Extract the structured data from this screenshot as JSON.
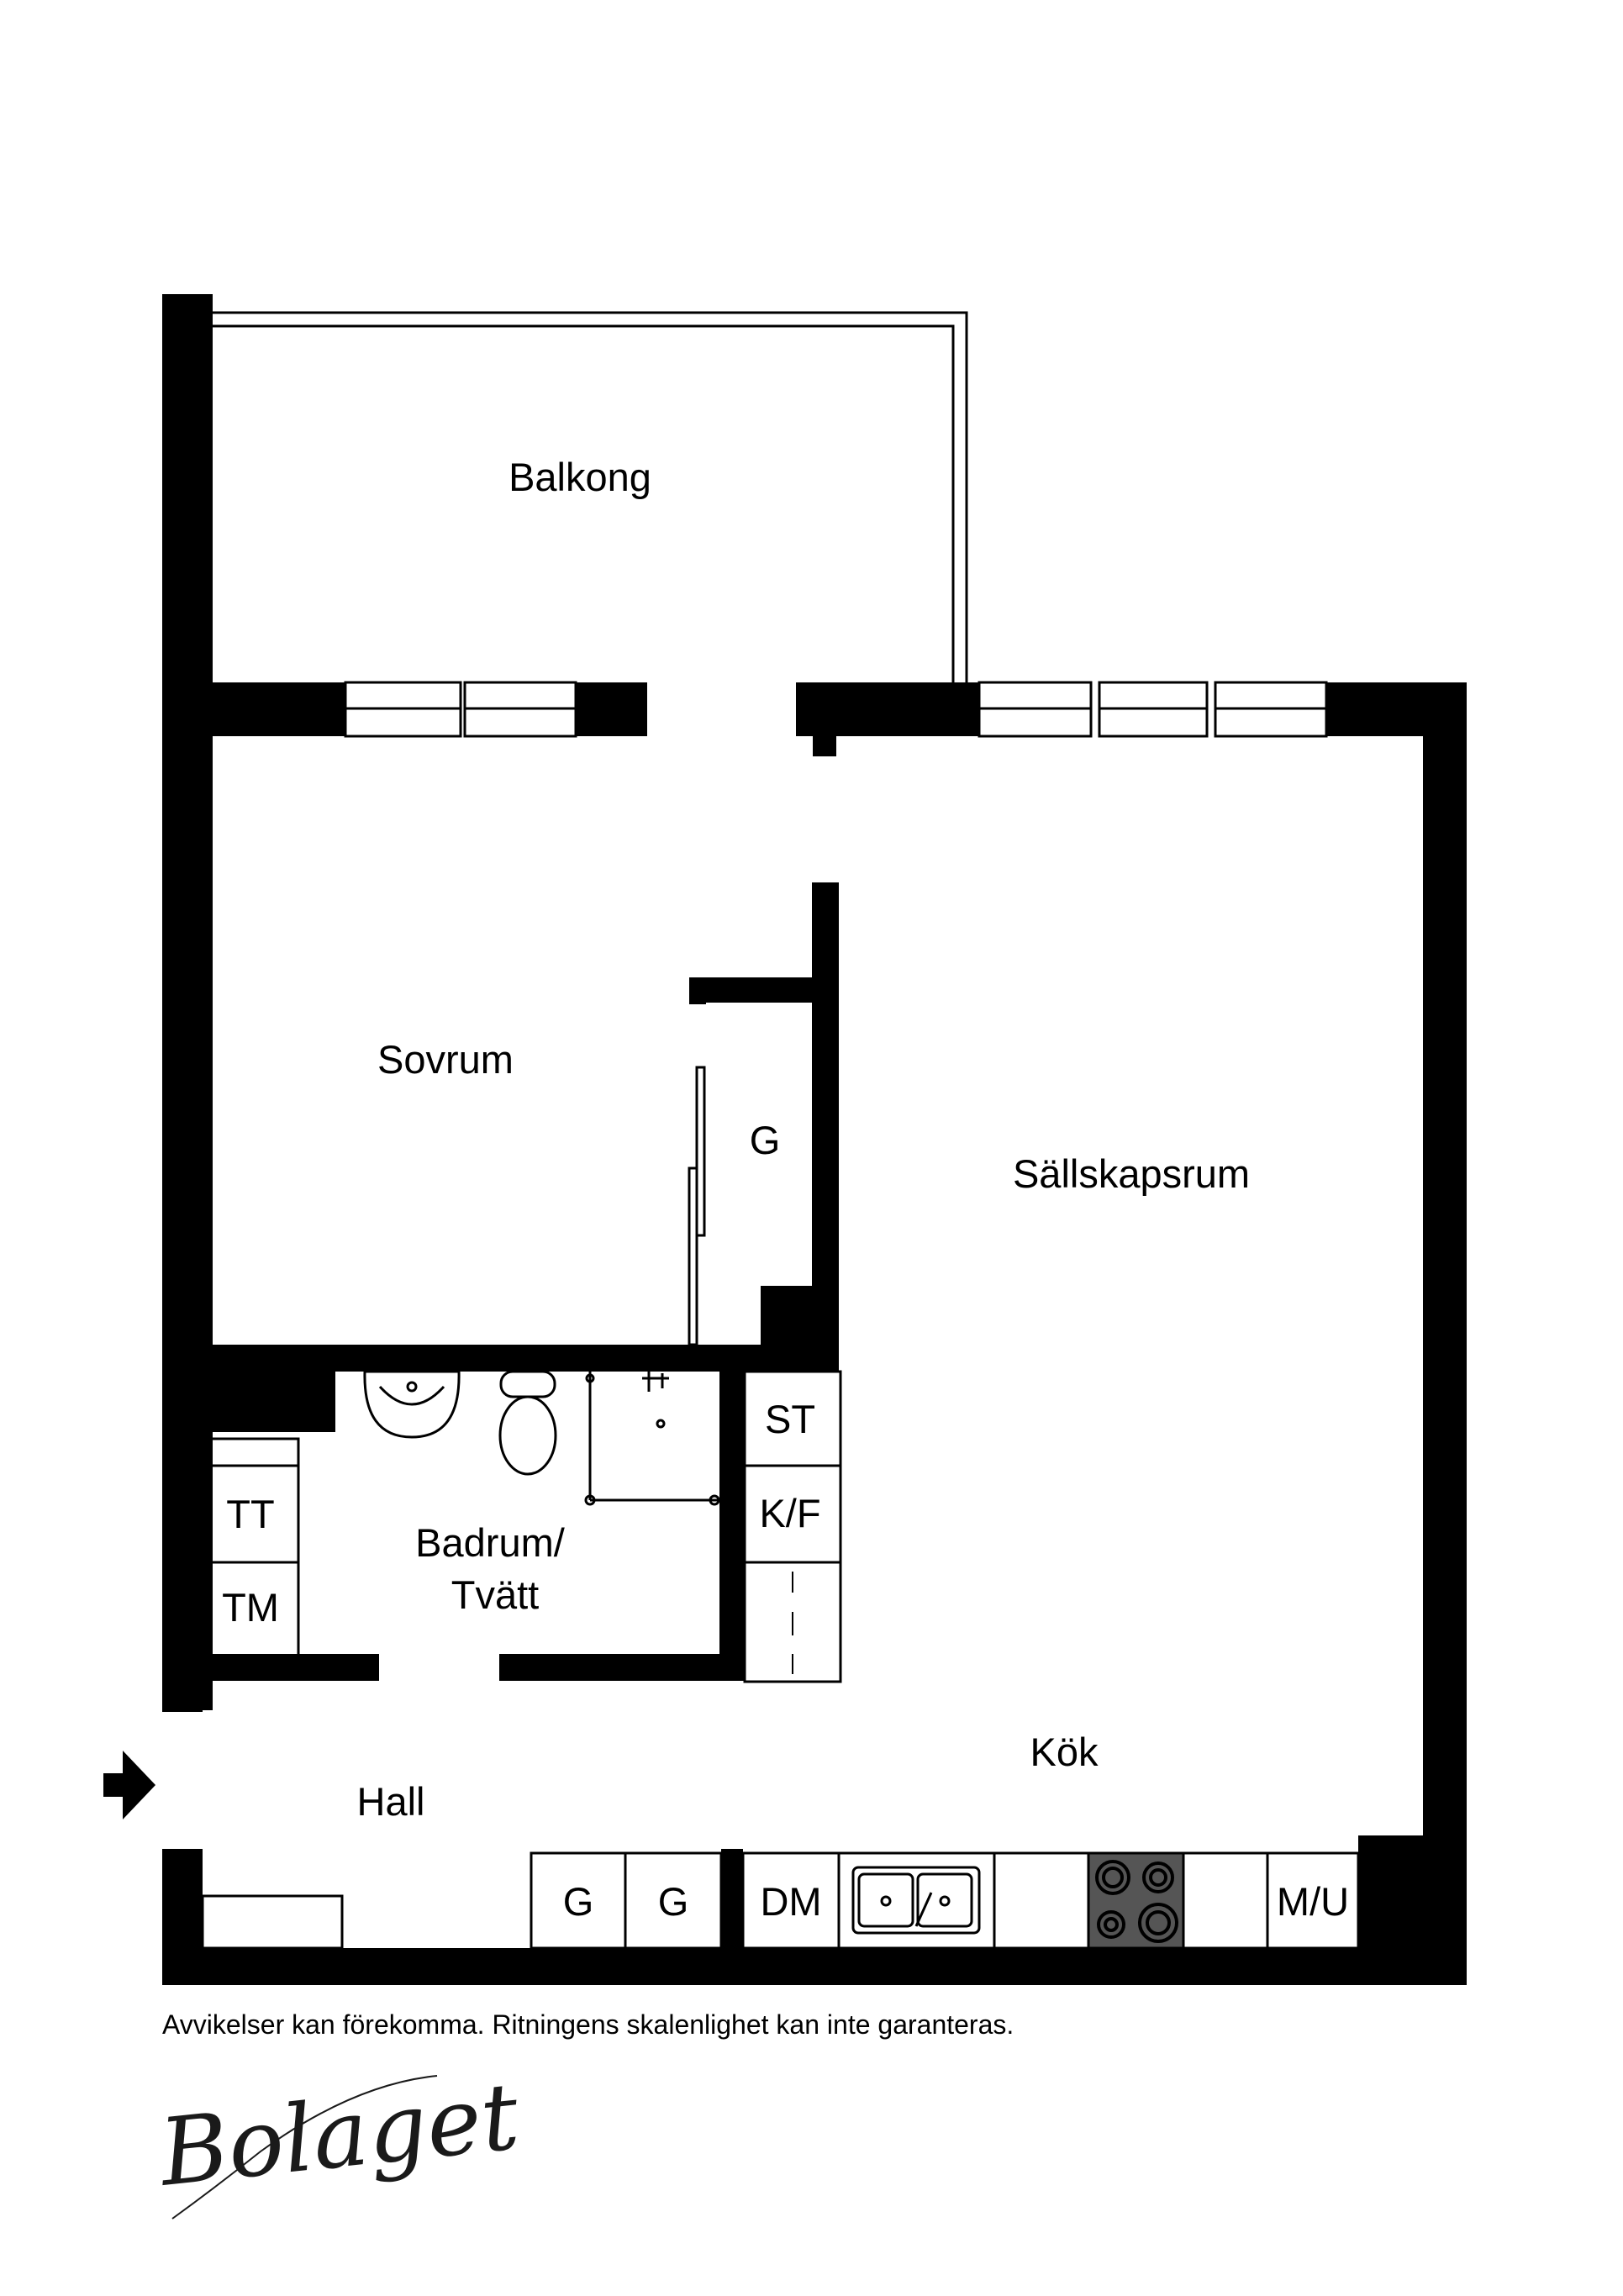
{
  "rooms": {
    "balcony": "Balkong",
    "bedroom": "Sovrum",
    "living": "Sällskapsrum",
    "bathroom_line1": "Badrum/",
    "bathroom_line2": "Tvätt",
    "hall": "Hall",
    "kitchen": "Kök"
  },
  "fixtures": {
    "wardrobe_bedroom": "G",
    "storage": "ST",
    "fridge_freezer": "K/F",
    "dryer": "TT",
    "washer": "TM",
    "wardrobe_1": "G",
    "wardrobe_2": "G",
    "dishwasher": "DM",
    "microwave_oven": "M/U"
  },
  "disclaimer": "Avvikelser kan förekomma. Ritningens skalenlighet kan inte garanteras.",
  "logo": "Bolaget",
  "colors": {
    "wall": "#000000",
    "background": "#ffffff",
    "stove": "#555555"
  }
}
